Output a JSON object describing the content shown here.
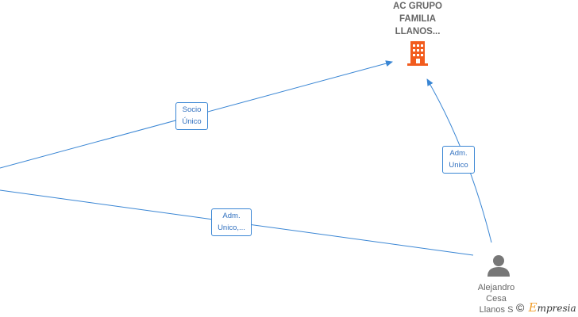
{
  "nodes": {
    "company": {
      "label_lines": [
        "AC GRUPO",
        "FAMILIA",
        "LLANOS..."
      ],
      "icon": "building-icon",
      "icon_color": "#f25c1e"
    },
    "person": {
      "label_lines": [
        "Alejandro",
        "Cesa",
        "Llanos S"
      ],
      "icon": "person-icon",
      "icon_color": "#777777"
    }
  },
  "edges": [
    {
      "label_lines": [
        "Socio",
        "Único"
      ]
    },
    {
      "label_lines": [
        "Adm.",
        "Unico"
      ]
    },
    {
      "label_lines": [
        "Adm.",
        "Unico,..."
      ]
    }
  ],
  "colors": {
    "edge": "#3a86d4"
  },
  "watermark": {
    "copyright_symbol": "©",
    "brand_first_letter": "E",
    "brand_rest": "mpresia"
  }
}
